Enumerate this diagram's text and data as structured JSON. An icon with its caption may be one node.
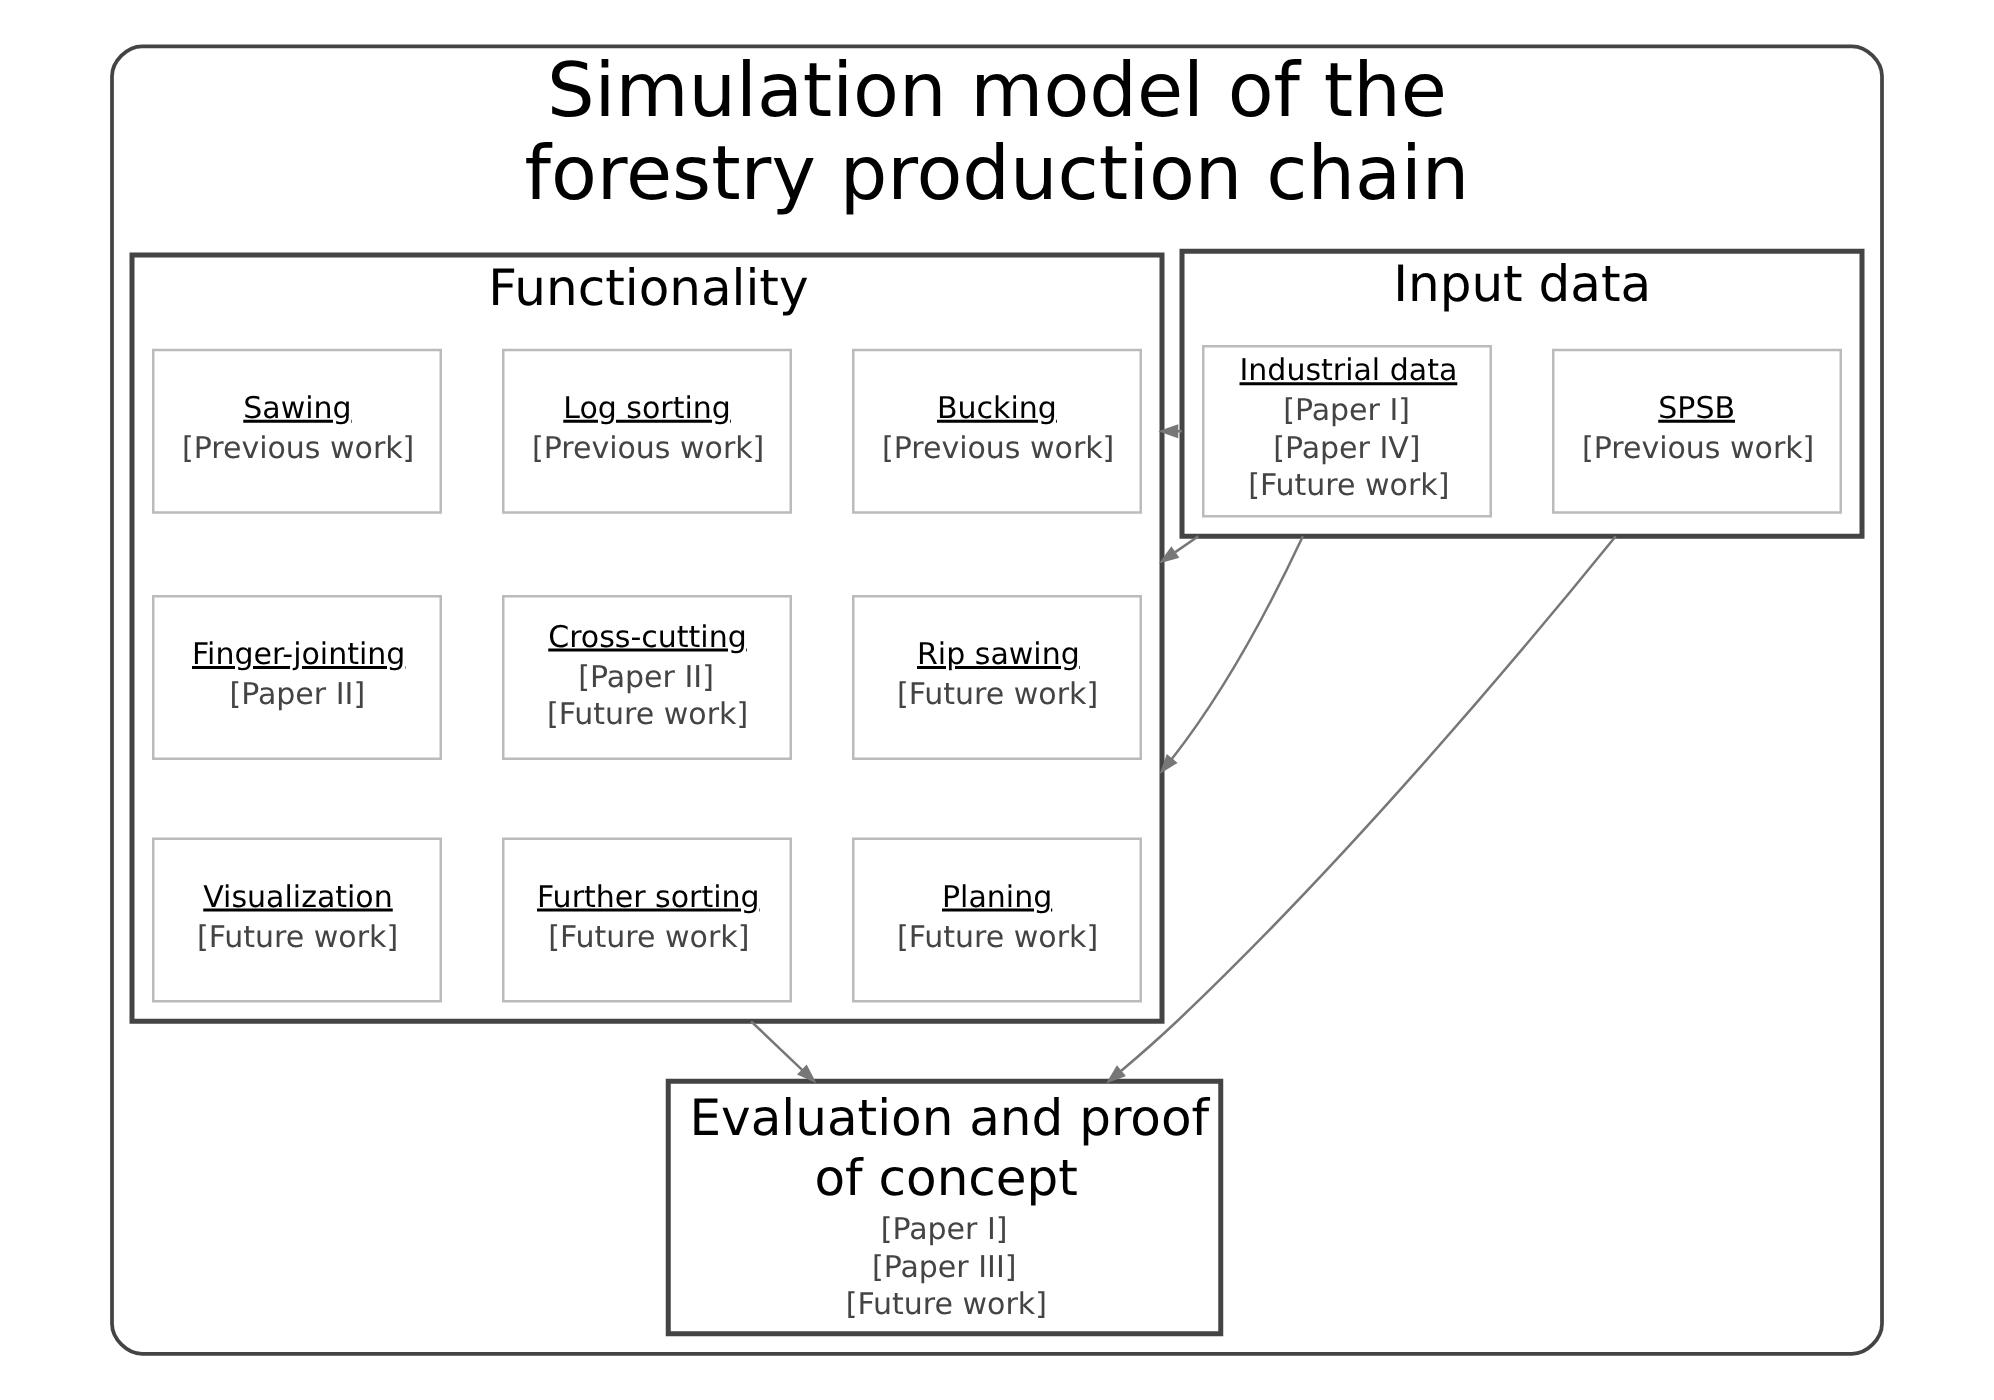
{
  "diagram": {
    "nodes": [
      {
        "text": [
          "Simulation model of the forestry production chain"
        ]
      },
      {
        "text": [
          "Input data"
        ],
        "in": 0
      },
      {
        "text": [
          "SPSB",
          "[Previous work]"
        ],
        "in": 1
      },
      {
        "text": [
          "Industrial data",
          "[Paper I] [Paper IV] [Future work]"
        ],
        "in": 1
      },
      {
        "text": [
          "Functionality"
        ],
        "in": 0
      },
      {
        "text": [
          "Bucking",
          "[Previous work]"
        ],
        "in": 4
      },
      {
        "text": [
          "Log sorting",
          "[Previous work]"
        ],
        "in": 4
      },
      {
        "text": [
          "Sawing",
          "[Previous work]"
        ],
        "in": 4
      },
      {
        "text": [
          "Rip sawing",
          "[Future work]"
        ],
        "in": 4
      },
      {
        "text": [
          "Cross-cutting",
          "[Paper II] [Future work]"
        ],
        "in": 4
      },
      {
        "text": [
          "Finger-jointing",
          "[Paper II]"
        ],
        "in": 4
      },
      {
        "text": [
          "Planing",
          "[Future work]"
        ],
        "in": 4
      },
      {
        "text": [
          "Further sorting",
          "[Future work]"
        ],
        "in": 4
      },
      {
        "text": [
          "Visualization",
          "[Future work]"
        ],
        "in": 4
      },
      {
        "text": [
          "Evaluation and proof of concept",
          "[Paper I] [Paper III] [Future work]"
        ],
        "in": 0
      }
    ],
    "edges": [
      {
        "from": 1,
        "to": 4,
        "arrow": "to"
      },
      {
        "from": 1,
        "to": 4,
        "arrow": "to"
      },
      {
        "from": 1,
        "to": 4,
        "arrow": "to"
      },
      {
        "from": 1,
        "to": 14,
        "arrow": "to"
      },
      {
        "from": 4,
        "to": 14,
        "arrow": "to"
      }
    ]
  }
}
